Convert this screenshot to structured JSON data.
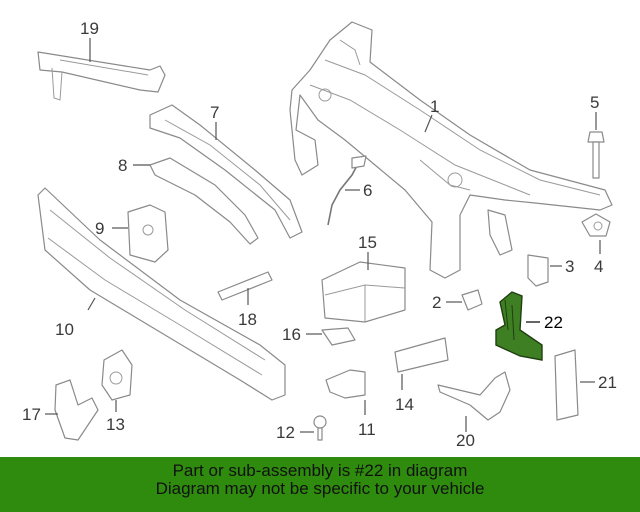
{
  "callouts": {
    "c1": "1",
    "c2": "2",
    "c3": "3",
    "c4": "4",
    "c5": "5",
    "c6": "6",
    "c7": "7",
    "c8": "8",
    "c9": "9",
    "c10": "10",
    "c11": "11",
    "c12": "12",
    "c13": "13",
    "c14": "14",
    "c15": "15",
    "c16": "16",
    "c17": "17",
    "c18": "18",
    "c19": "19",
    "c20": "20",
    "c21": "21",
    "c22": "22"
  },
  "highlight": {
    "part_number": "22",
    "color": "#3f7f23"
  },
  "banner": {
    "line1": "Part or sub-assembly is #22 in diagram",
    "line2": "Diagram may not be specific to your vehicle",
    "color": "#2e8b0e"
  }
}
